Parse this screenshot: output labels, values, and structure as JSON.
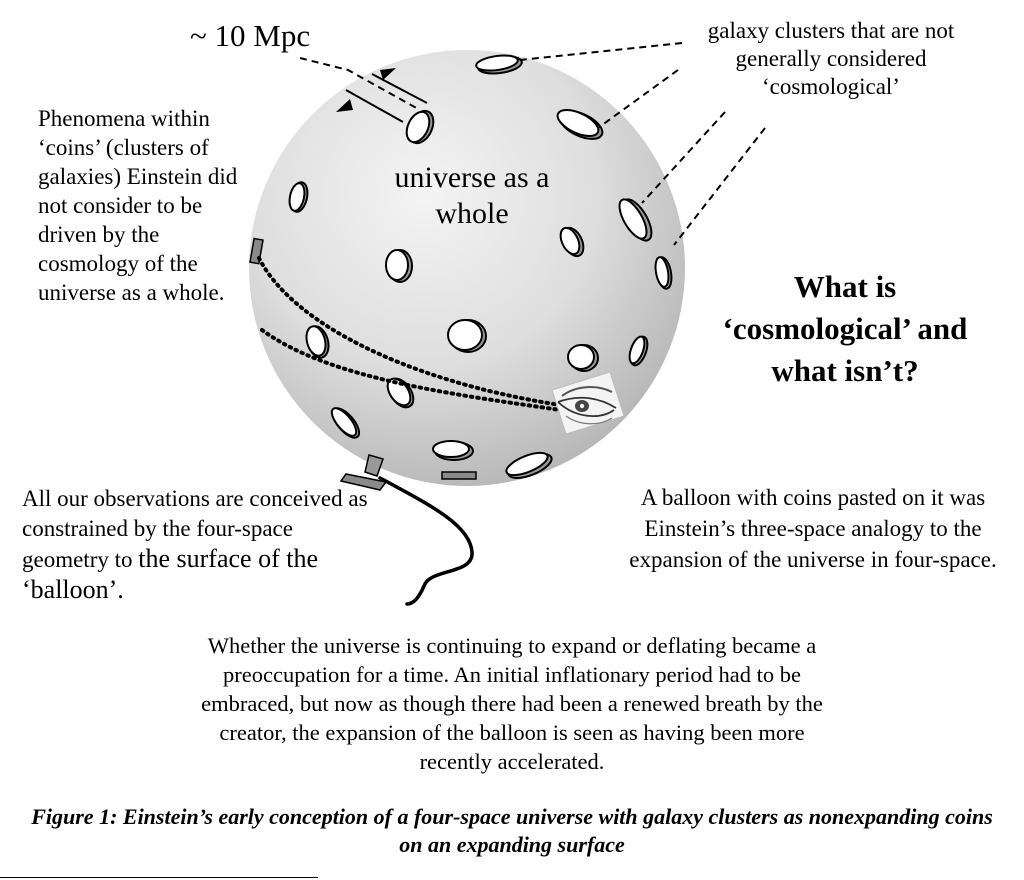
{
  "labels": {
    "scale": "~ 10 Mpc",
    "clusters_note": "galaxy clusters that are not generally considered ‘cosmological’",
    "phenomena_note": "Phenomena within ‘coins’ (clusters of galaxies) Einstein did not consider to be driven by the cosmology of the universe as a whole.",
    "universe_label": "universe as a whole",
    "question": "What is ‘cosmological’ and what isn’t?",
    "observations_main": "All our observations are conceived as constrained by the four-space geometry to",
    "observations_tail": "the surface of the ‘balloon’.",
    "balloon_note": "A balloon with coins pasted on it was Einstein’s three-space analogy to the expansion of the universe in four-space.",
    "expansion_note": "Whether the universe is continuing to expand or deflating became a preoccupation for a time.  An initial inflationary period had to be embraced, but now as though there had been a renewed breath by the creator, the expansion of the balloon is seen as having been more recently accelerated.",
    "caption": "Figure 1:  Einstein’s early conception of a four-space universe with galaxy clusters as nonexpanding coins on an expanding surface"
  },
  "colors": {
    "sphere_highlight": "#f4f4f4",
    "sphere_shadow": "#b4b4b4",
    "coin_face": "#ffffff",
    "coin_rim": "#9a9a9a",
    "coin_edge_on": "#8a8a8a",
    "ink": "#000000"
  },
  "icons": [
    "eye-icon"
  ]
}
